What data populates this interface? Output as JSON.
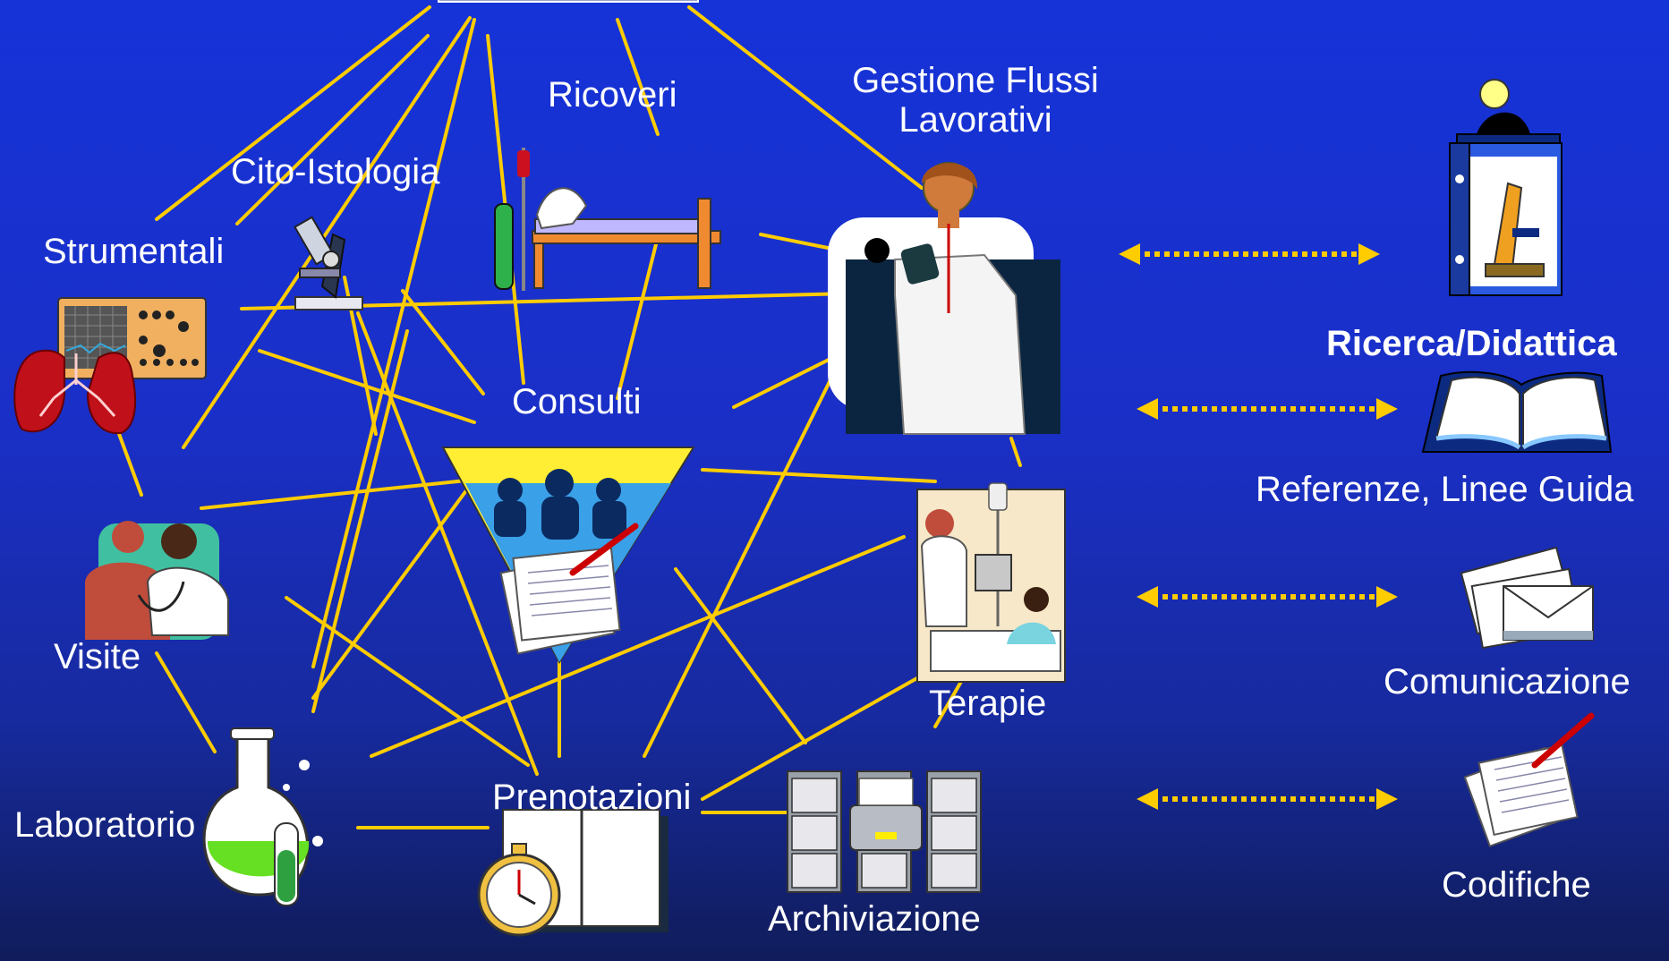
{
  "nodes": {
    "strumentali": "Strumentali",
    "cito_istologia": "Cito-Istologia",
    "ricoveri": "Ricoveri",
    "gestione_line1": "Gestione Flussi",
    "gestione_line2": "Lavorativi",
    "consulti": "Consulti",
    "visite": "Visite",
    "laboratorio": "Laboratorio",
    "prenotazioni": "Prenotazioni",
    "archiviazione": "Archiviazione",
    "terapie": "Terapie"
  },
  "services": {
    "ricerca": "Ricerca/Didattica",
    "referenze": "Referenze, Linee Guida",
    "comunicazione": "Comunicazione",
    "codifiche": "Codifiche"
  },
  "colors": {
    "connector": "#ffcc00",
    "arrow": "#ffcc00",
    "text": "#ffffff",
    "background_top": "#1633d8",
    "background_bottom": "#101c5a"
  },
  "icons": {
    "strumentali": "monitor-lungs-icon",
    "cito_istologia": "microscope-icon",
    "ricoveri": "hospital-bed-icon",
    "gestione": "doctor-icon",
    "consulti": "meeting-documents-icon",
    "visite": "doctor-patient-icon",
    "laboratorio": "flask-icon",
    "prenotazioni": "stopwatch-agenda-icon",
    "archiviazione": "filing-cabinet-icon",
    "terapie": "iv-therapy-icon",
    "ricerca": "research-binder-icon",
    "referenze": "open-book-icon",
    "comunicazione": "envelopes-icon",
    "codifiche": "document-pen-icon"
  }
}
